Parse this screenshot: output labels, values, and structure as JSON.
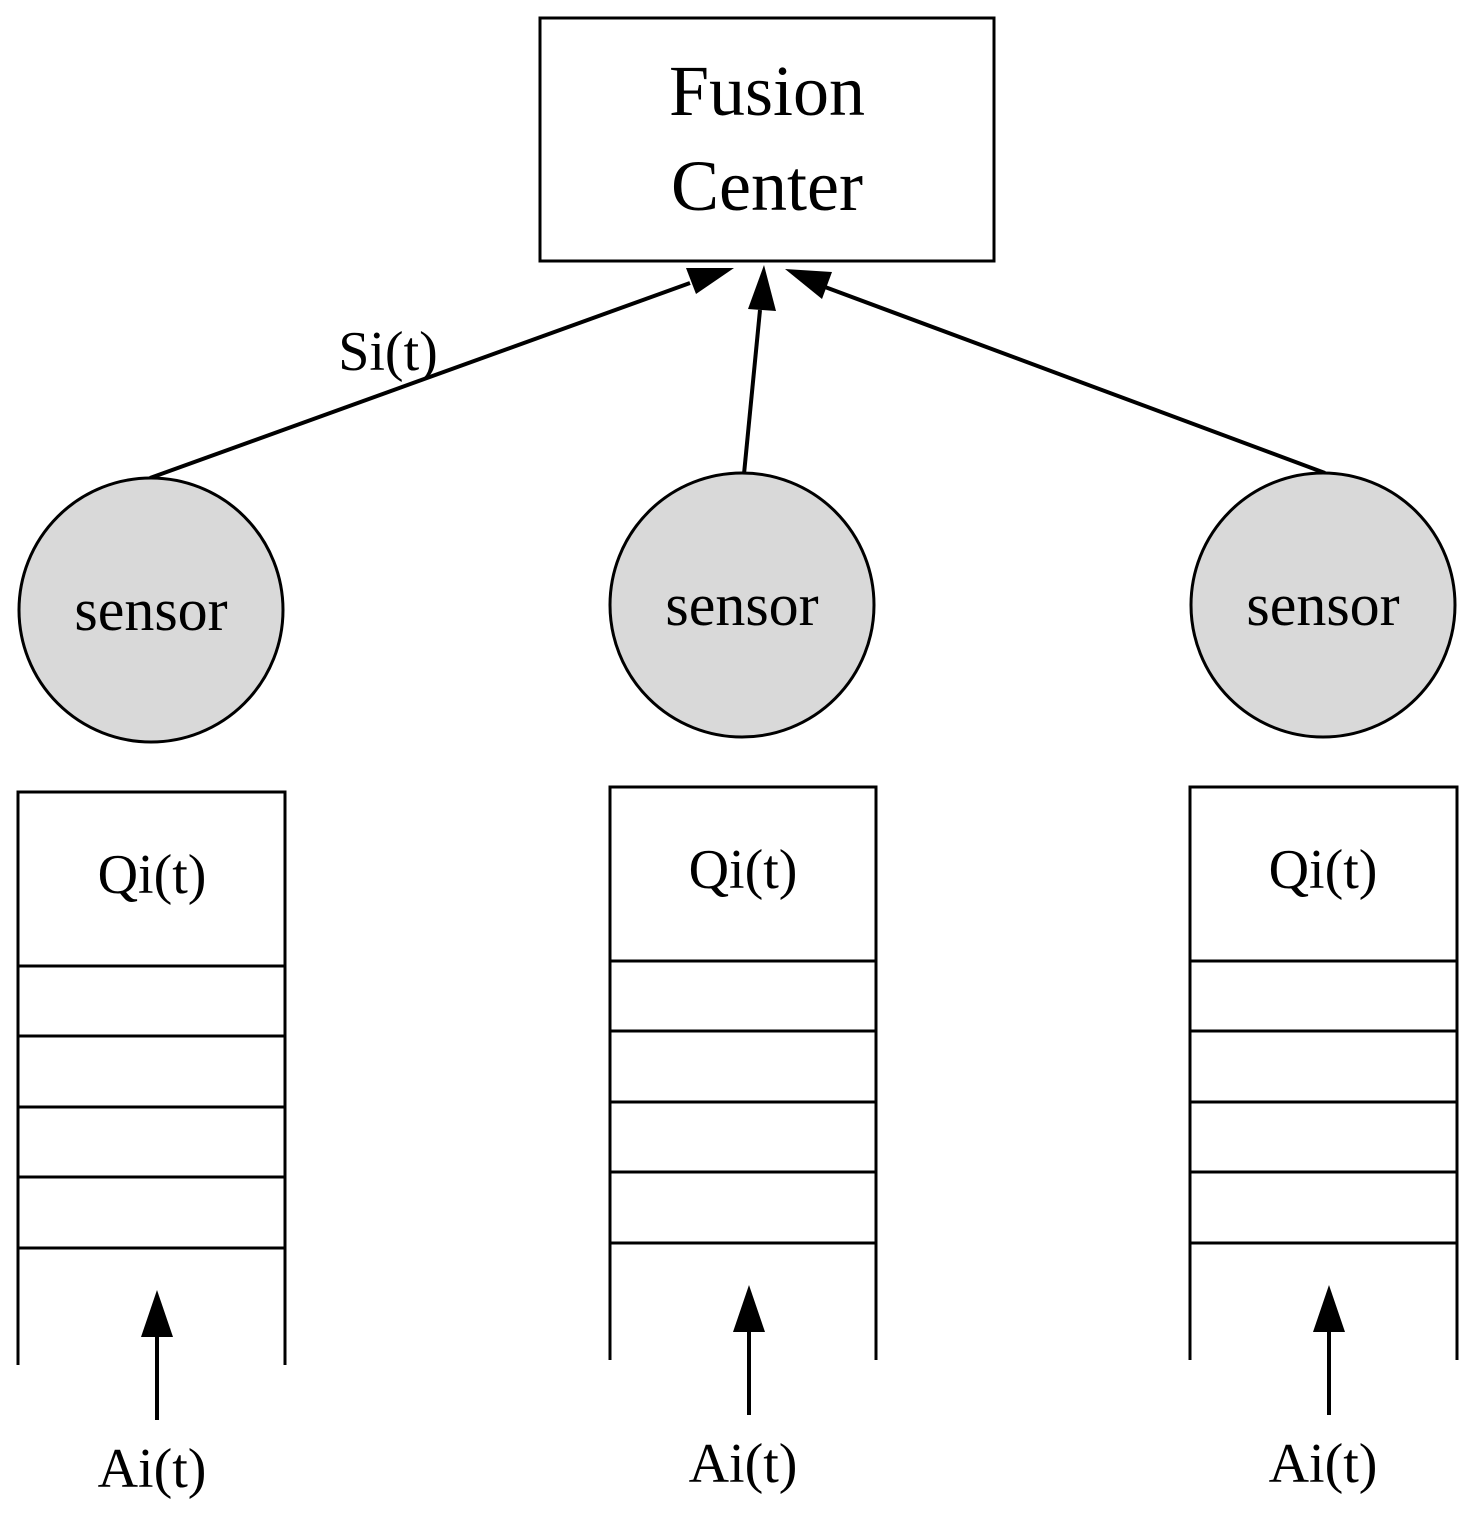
{
  "fusion_center": {
    "line1": "Fusion",
    "line2": "Center"
  },
  "link_label": "Si(t)",
  "sensors": [
    {
      "label": "sensor",
      "queue_label": "Qi(t)",
      "arrival_label": "Ai(t)"
    },
    {
      "label": "sensor",
      "queue_label": "Qi(t)",
      "arrival_label": "Ai(t)"
    },
    {
      "label": "sensor",
      "queue_label": "Qi(t)",
      "arrival_label": "Ai(t)"
    }
  ],
  "colors": {
    "sensor_fill": "#d9d9d9",
    "stroke": "#000000"
  }
}
